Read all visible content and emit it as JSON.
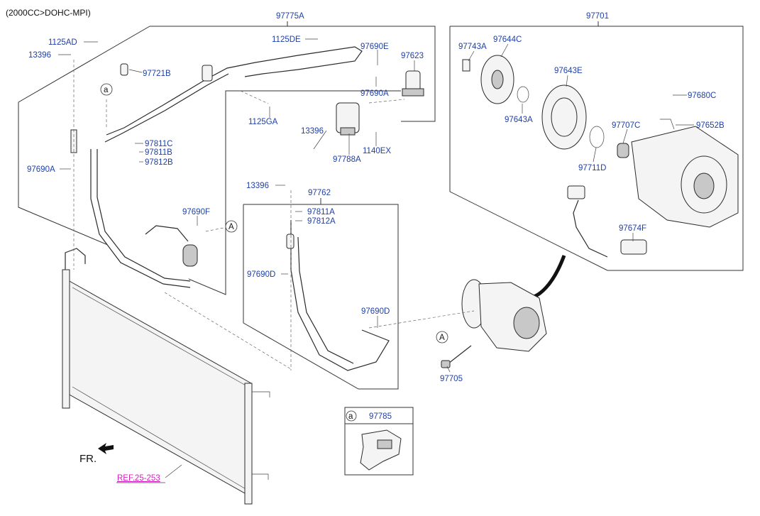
{
  "header": {
    "engine_variant": "(2000CC>DOHC-MPI)"
  },
  "labels": {
    "p97775A": "97775A",
    "p1125AD": "1125AD",
    "p13396_top": "13396",
    "p97721B": "97721B",
    "p1125DE": "1125DE",
    "p97690E": "97690E",
    "p97623": "97623",
    "p97690A_top": "97690A",
    "p1125GA": "1125GA",
    "p13396_mid": "13396",
    "p97788A": "97788A",
    "p1140EX": "1140EX",
    "p97811C": "97811C",
    "p97811B": "97811B",
    "p97812B": "97812B",
    "p97690A_left": "97690A",
    "p97690F": "97690F",
    "p13396_low": "13396",
    "p97762": "97762",
    "p97811A": "97811A",
    "p97812A": "97812A",
    "p97690D_a": "97690D",
    "p97690D_b": "97690D",
    "p97701": "97701",
    "p97743A": "97743A",
    "p97644C": "97644C",
    "p97643E": "97643E",
    "p97680C": "97680C",
    "p97643A": "97643A",
    "p97707C": "97707C",
    "p97652B": "97652B",
    "p97711D": "97711D",
    "p97674F": "97674F",
    "p97705": "97705",
    "p97785": "97785"
  },
  "callouts": {
    "a_top": "a",
    "a_box": "a",
    "A_mid": "A",
    "A_right": "A"
  },
  "direction": {
    "front": "FR."
  },
  "reference": {
    "link": "REF.25-253"
  }
}
